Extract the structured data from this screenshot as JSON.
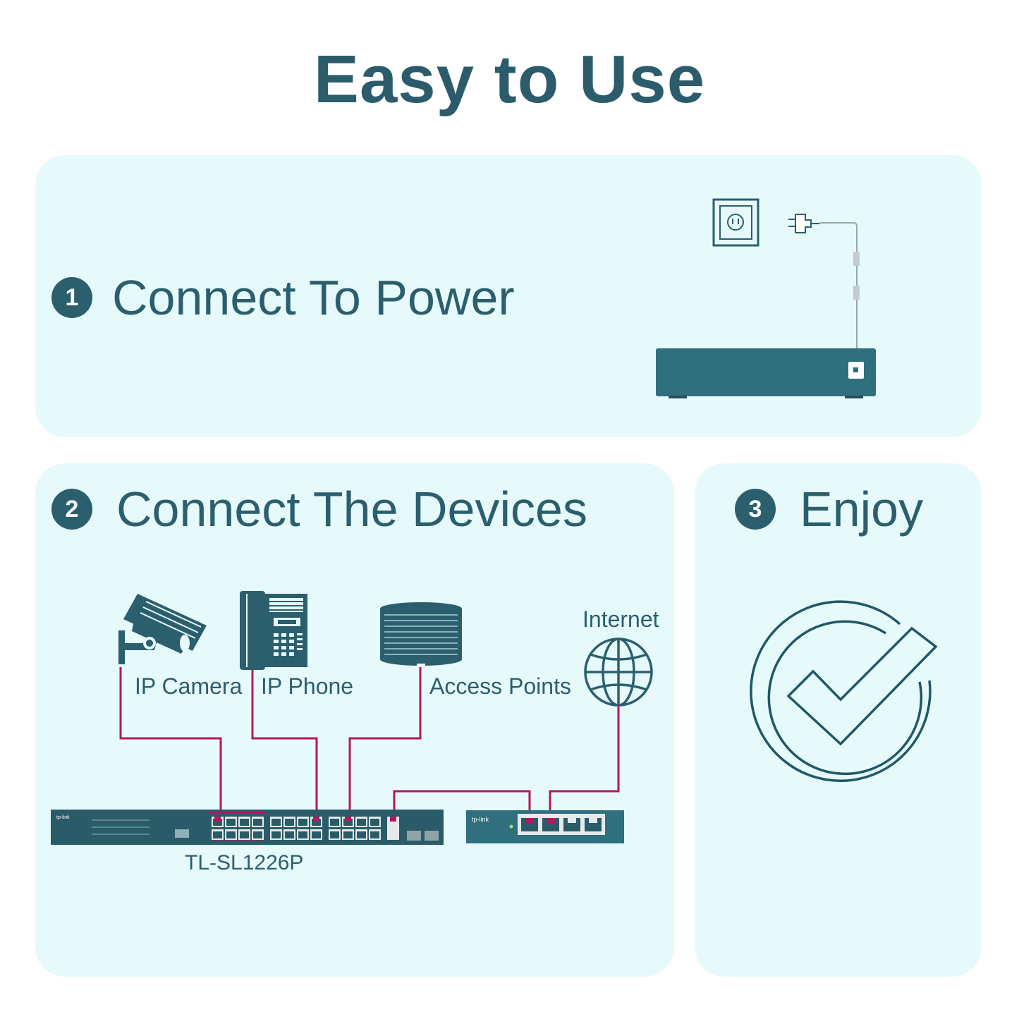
{
  "title": "Easy to Use",
  "steps": [
    {
      "number": "1",
      "label": "Connect To Power"
    },
    {
      "number": "2",
      "label": "Connect The Devices"
    },
    {
      "number": "3",
      "label": "Enjoy"
    }
  ],
  "devices": {
    "camera": "IP Camera",
    "phone": "IP Phone",
    "access_points": "Access Points",
    "internet": "Internet"
  },
  "switch_model": "TL-SL1226P",
  "brand": "tp-link",
  "colors": {
    "title": "#2c5c6c",
    "primary": "#2b5f6e",
    "panel_bg": "#e7fafb",
    "cable": "#b5165f",
    "device": "#2f6f7e"
  },
  "icons": [
    "power-outlet-icon",
    "power-plug-icon",
    "ip-camera-icon",
    "ip-phone-icon",
    "access-point-icon",
    "globe-icon",
    "checkmark-circle-icon"
  ]
}
